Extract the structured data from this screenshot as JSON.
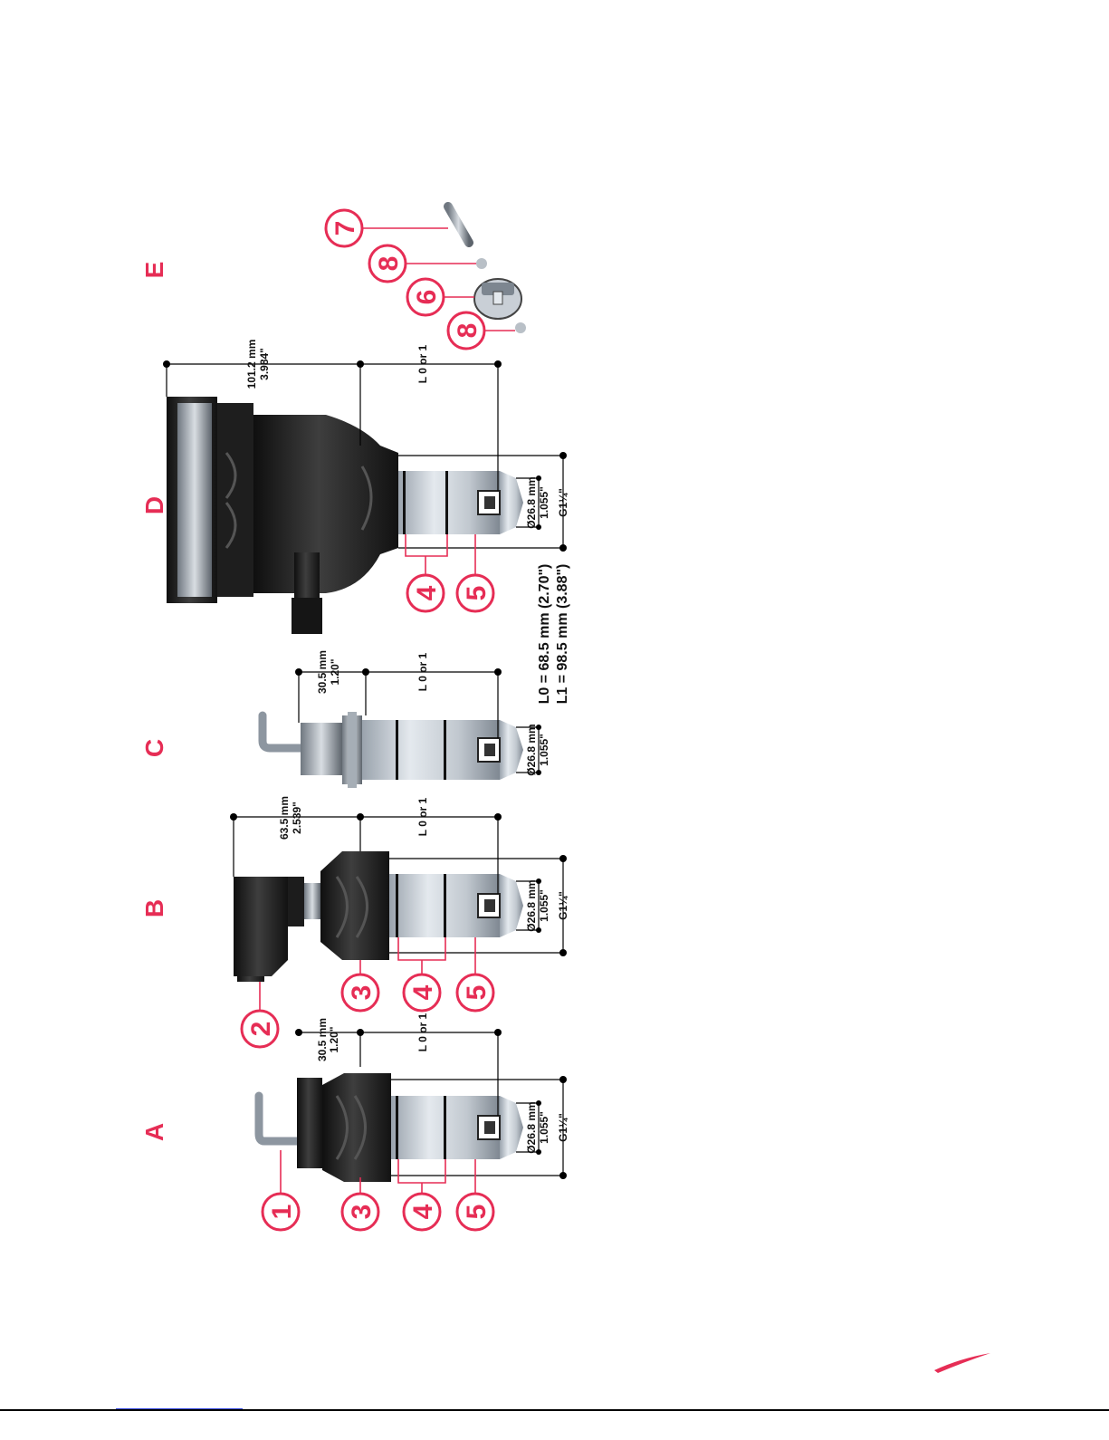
{
  "sections": [
    {
      "letter": "A",
      "x": 0,
      "y": 0
    },
    {
      "letter": "B"
    },
    {
      "letter": "C"
    },
    {
      "letter": "D"
    },
    {
      "letter": "E"
    }
  ],
  "callouts": {
    "n1": "1",
    "n2": "2",
    "n3": "3",
    "n4": "4",
    "n5": "5",
    "n6": "6",
    "n7": "7",
    "n8": "8"
  },
  "dims": {
    "a_top_mm": "30.5 mm",
    "a_top_in": "1.20\"",
    "a_len": "L 0 or 1",
    "a_dia_mm": "Ø26.8 mm",
    "a_dia_in": "1.055\"",
    "a_thread": "G1¼\"",
    "b_top_mm": "63.5 mm",
    "b_top_in": "2.539\"",
    "b_len": "L 0 or 1",
    "b_dia_mm": "Ø26.8 mm",
    "b_dia_in": "1.055\"",
    "b_thread": "G1¼\"",
    "c_top_mm": "30.5 mm",
    "c_top_in": "1.20\"",
    "c_len": "L 0 or 1",
    "c_dia_mm": "Ø26.8 mm",
    "c_dia_in": "1.055\"",
    "d_top_mm": "101.2 mm",
    "d_top_in": "3.984\"",
    "d_len": "L 0 or 1",
    "d_dia_mm": "Ø26.8 mm",
    "d_dia_in": "1.055\"",
    "d_thread": "G1¼\"",
    "l0": "L0 = 68.5 mm (2.70\")",
    "l1": "L1 = 98.5 mm (3.88\")"
  },
  "colors": {
    "accent": "#e62d55",
    "body_dark": "#2a2a2a",
    "sensor": "#c9cfd6"
  }
}
